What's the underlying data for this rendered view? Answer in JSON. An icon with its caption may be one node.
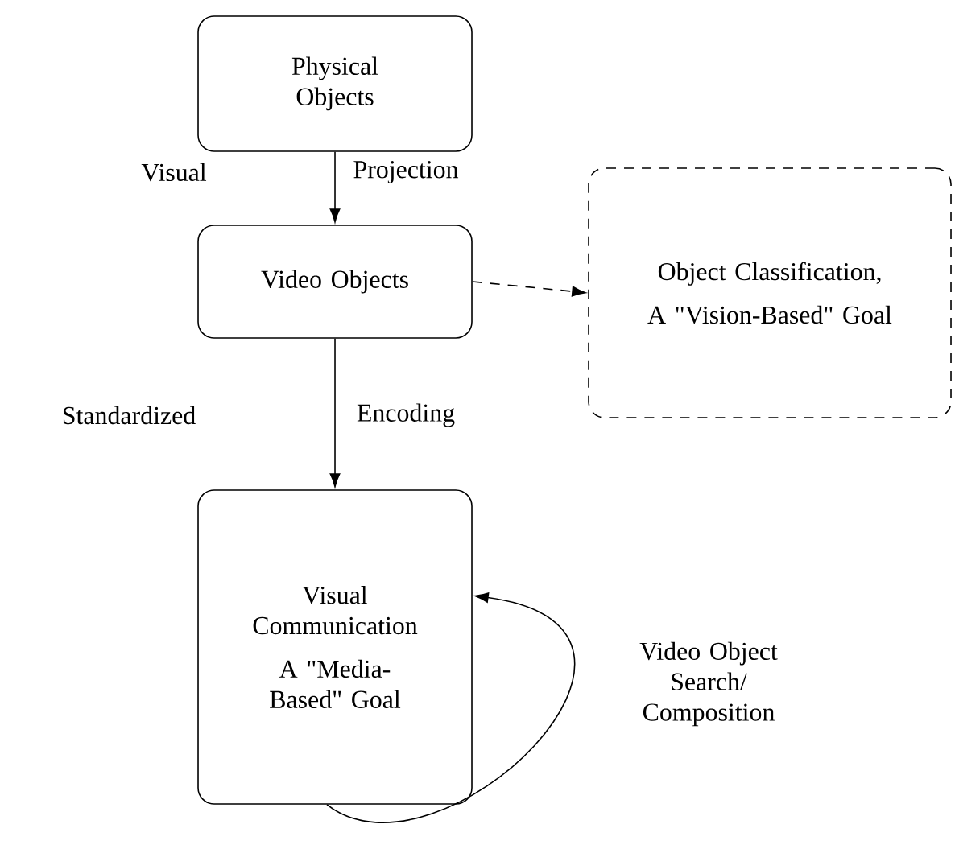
{
  "diagram": {
    "nodes": [
      {
        "text": [
          "Physical Objects"
        ]
      },
      {
        "text": [
          "Video Objects"
        ]
      },
      {
        "text": [
          "Object Classification,",
          "A \"Vision-Based\" Goal"
        ]
      },
      {
        "text": [
          "Visual Communication",
          "A \"Media-Based\" Goal"
        ]
      }
    ],
    "edges": [
      {
        "from": 0,
        "to": 1,
        "arrow": "to"
      },
      {
        "from": 1,
        "to": 2,
        "arrow": "to",
        "style": "dashed"
      },
      {
        "from": 1,
        "to": 3,
        "arrow": "to"
      },
      {
        "from": 3,
        "to": 3,
        "arrow": "to",
        "label": "Video Object Search/ Composition"
      }
    ],
    "labels": [
      "Visual",
      "Projection",
      "Standardized",
      "Encoding"
    ]
  }
}
